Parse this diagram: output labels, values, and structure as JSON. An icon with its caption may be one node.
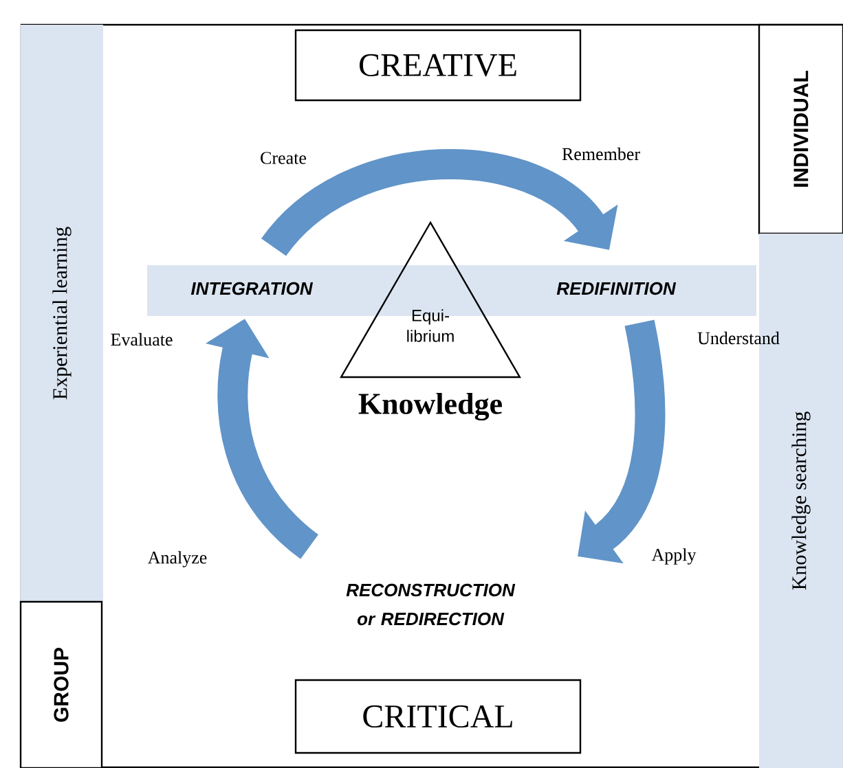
{
  "diagram": {
    "nodes": [
      {
        "text": [
          "CREATIVE"
        ]
      },
      {
        "text": [
          "INDIVIDUAL"
        ]
      },
      {
        "text": [
          "Experiential learning"
        ]
      },
      {
        "text": [
          "GROUP"
        ]
      },
      {
        "text": [
          "Knowledge searching"
        ]
      },
      {
        "text": [],
        "shape": "bar"
      },
      {
        "text": [
          "INTEGRATION"
        ],
        "in": 5
      },
      {
        "text": [
          "REDIFINITION"
        ],
        "in": 5
      },
      {
        "text": [
          "Equi- librium"
        ]
      },
      {
        "text": [
          "RECONSTRUCTION or REDIRECTION"
        ]
      },
      {
        "text": [
          "CRITICAL"
        ]
      }
    ],
    "edges": [
      {
        "from": 6,
        "to": 7,
        "arrow": "to"
      },
      {
        "from": 7,
        "to": 9,
        "arrow": "to"
      },
      {
        "from": 9,
        "to": 6,
        "arrow": "to"
      }
    ],
    "labels": [
      "Create",
      "Remember",
      "Evaluate",
      "Understand",
      "Knowledge",
      "Analyze",
      "Apply"
    ]
  }
}
